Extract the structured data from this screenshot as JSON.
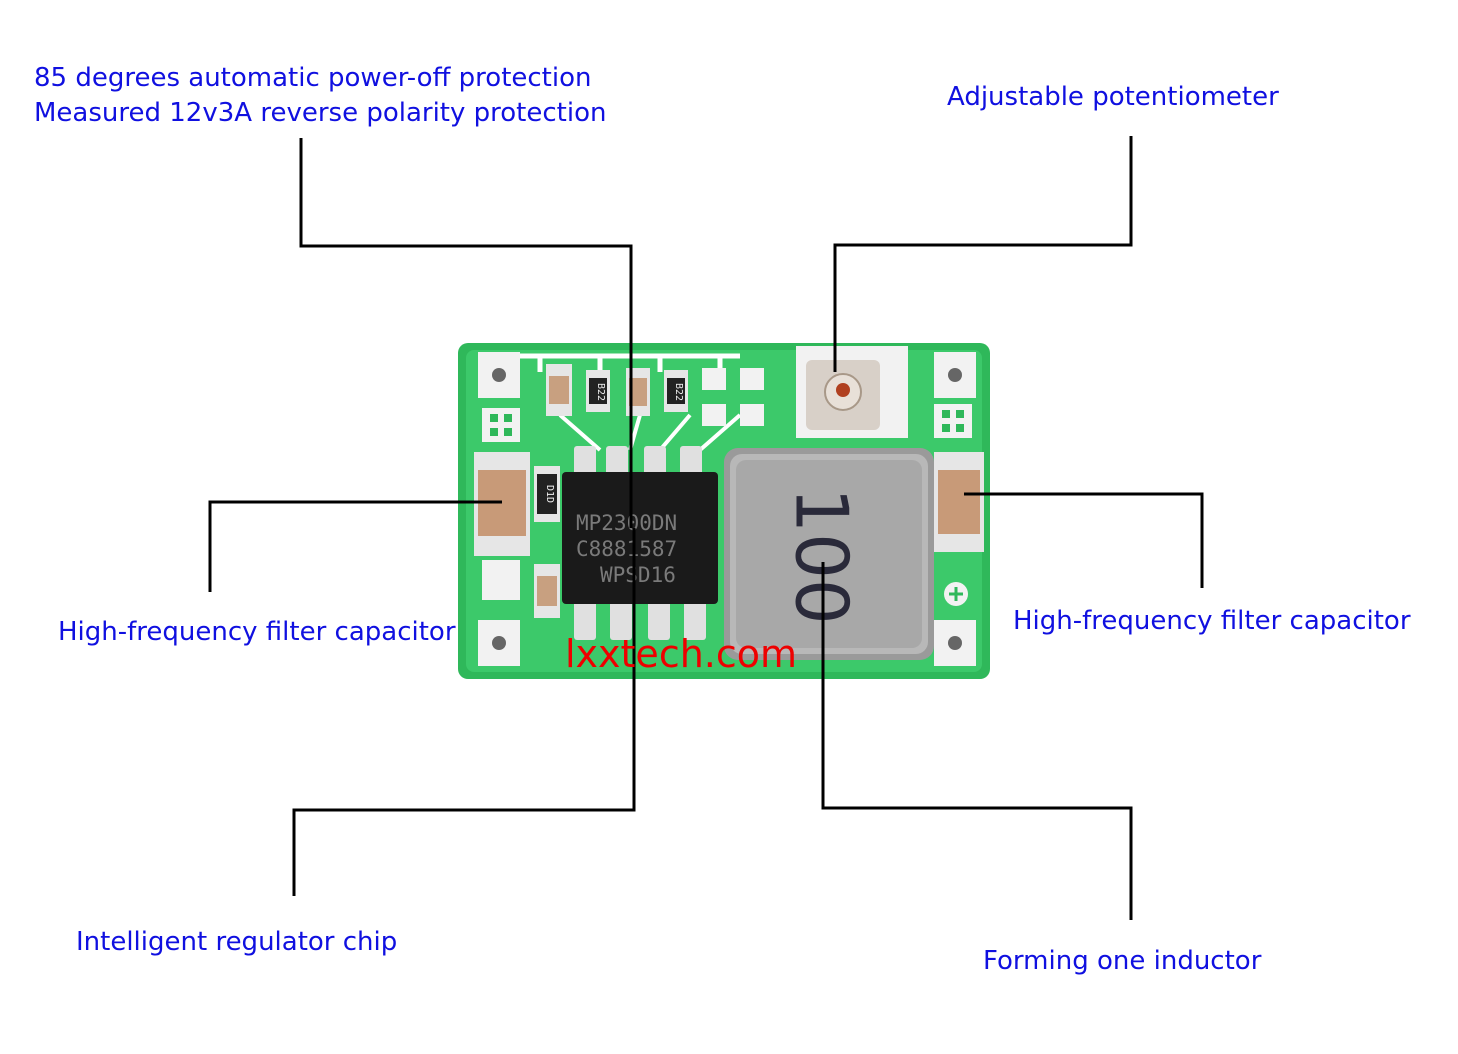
{
  "annotations": {
    "protection_line1": "85 degrees automatic power-off protection",
    "protection_line2": "Measured 12v3A reverse polarity protection",
    "potentiometer": "Adjustable potentiometer",
    "capacitor_left": "High-frequency filter capacitor",
    "capacitor_right": "High-frequency filter capacitor",
    "regulator_chip": "Intelligent regulator chip",
    "inductor": "Forming one inductor"
  },
  "board": {
    "chip_marking_line1": "MP2300DN",
    "chip_marking_line2": "C8881587",
    "chip_marking_line3": "WPSD16",
    "inductor_marking": "100",
    "resistor1_marking": "B22",
    "resistor2_marking": "B22",
    "diode_marking": "D1D"
  },
  "watermark": "lxxtech.com",
  "colors": {
    "label_text": "#1010e0",
    "leader_line": "#000000",
    "pcb_green": "#22b14c",
    "watermark": "#ee0000"
  }
}
